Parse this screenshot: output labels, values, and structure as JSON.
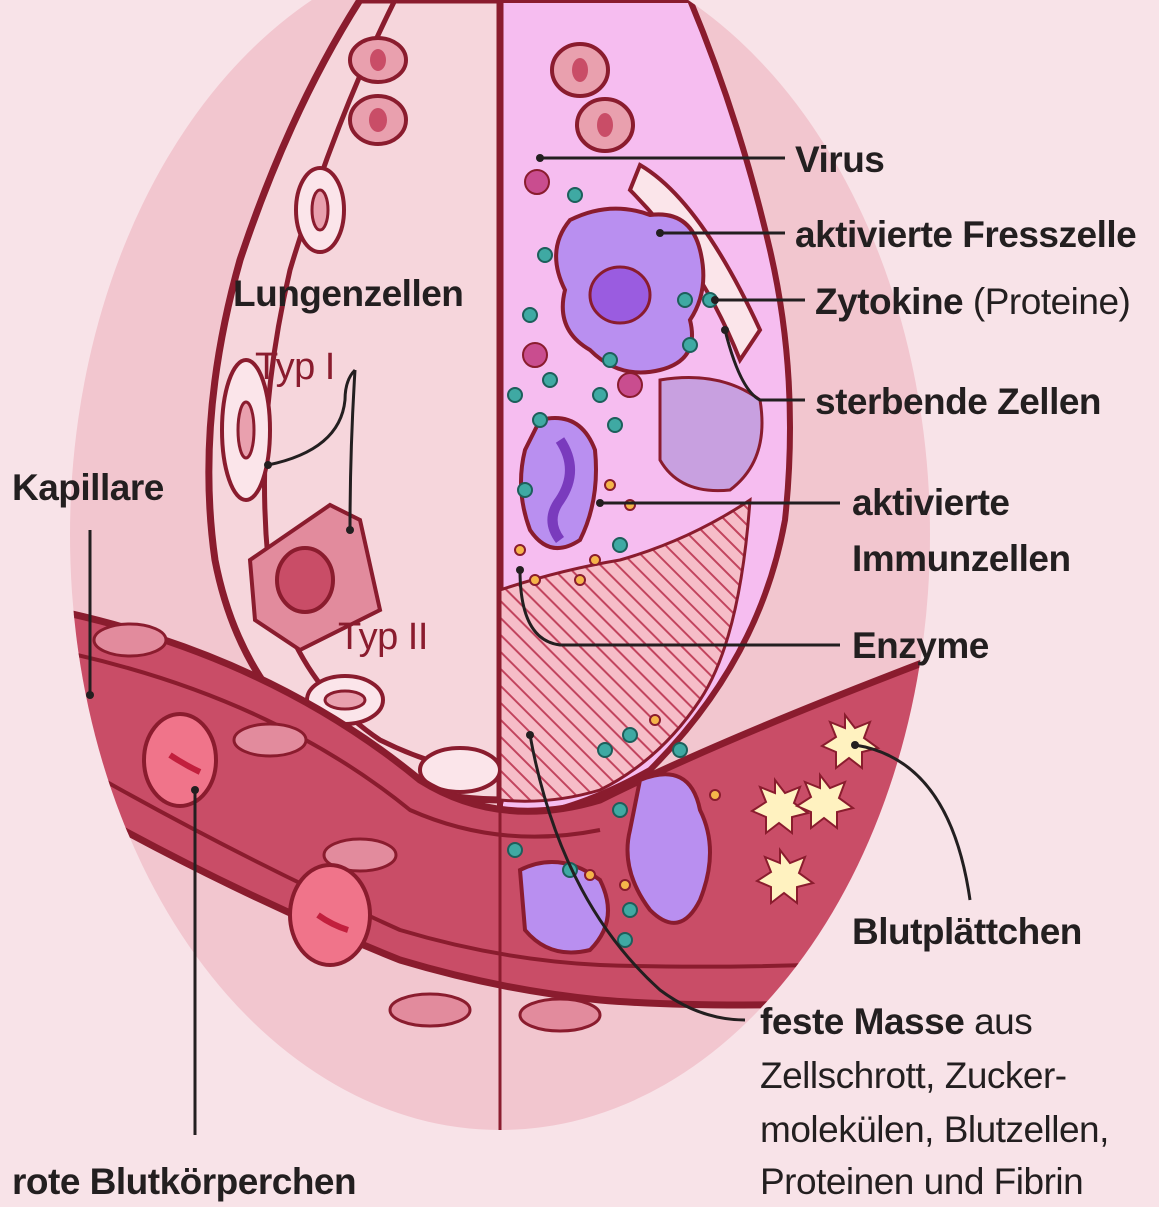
{
  "labels": {
    "virus": "Virus",
    "fresszelle": "aktivierte Fresszelle",
    "zytokine": "Zytokine",
    "zytokine_note": "(Proteine)",
    "sterbende": "sterbende Zellen",
    "immun_line1": "aktivierte",
    "immun_line2": "Immunzellen",
    "enzyme": "Enzyme",
    "lungenzellen": "Lungenzellen",
    "typ1": "Typ I",
    "typ2": "Typ II",
    "kapillare": "Kapillare",
    "blutplaettchen": "Blutplättchen",
    "masse_bold": "feste Masse",
    "masse_rest": "aus",
    "masse_line2": "Zellschrott, Zucker-",
    "masse_line3": "molekülen, Blutzellen,",
    "masse_line4": "Proteinen und Fibrin",
    "rote": "rote Blutkörperchen"
  },
  "colors": {
    "background": "#f8e3e8",
    "tissue": "#f2c6cf",
    "infected": "#f6bdf0",
    "capillary": "#c94d67",
    "outline": "#8a1c2e",
    "immune": "#b98ff0",
    "cytokine": "#3fa9a3",
    "platelet": "#fff2c0"
  }
}
